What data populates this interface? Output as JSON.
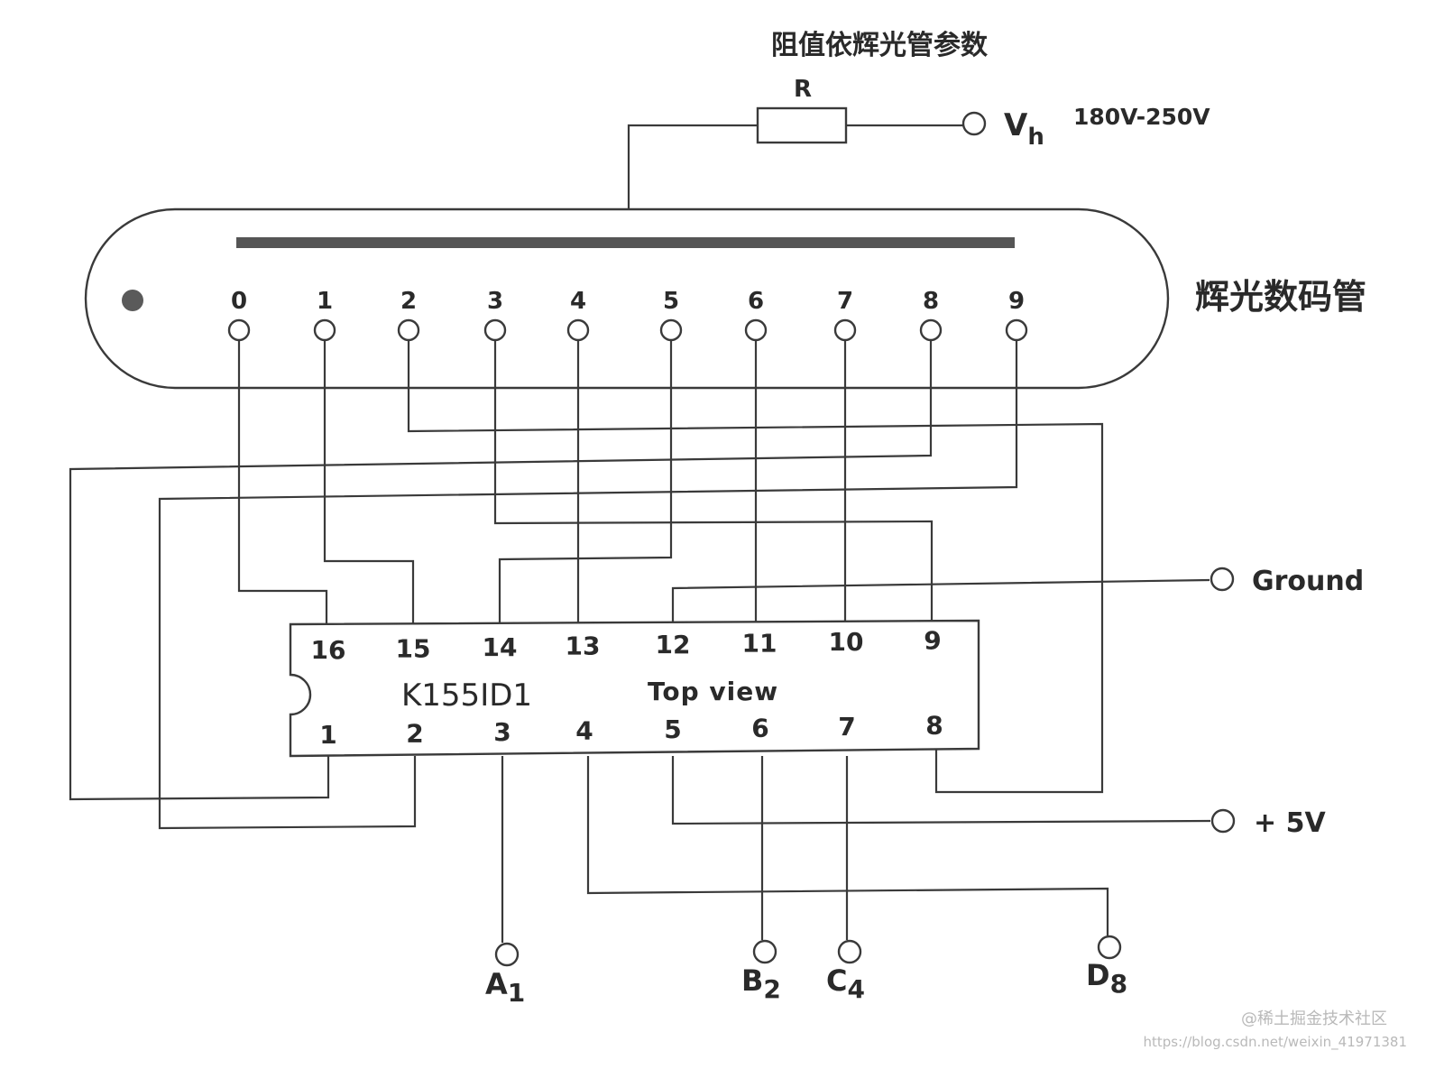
{
  "resistor": {
    "note": "阻值依辉光管参数",
    "label": "R"
  },
  "supply_high": {
    "symbol": "V",
    "subscript": "h",
    "range": "180V-250V"
  },
  "tube": {
    "title": "辉光数码管",
    "cathodes": [
      "0",
      "1",
      "2",
      "3",
      "4",
      "5",
      "6",
      "7",
      "8",
      "9"
    ]
  },
  "ic": {
    "name": "K155ID1",
    "view": "Top view",
    "top_pins": [
      "16",
      "15",
      "14",
      "13",
      "12",
      "11",
      "10",
      "9"
    ],
    "bottom_pins": [
      "1",
      "2",
      "3",
      "4",
      "5",
      "6",
      "7",
      "8"
    ]
  },
  "terminals": {
    "ground": "Ground",
    "vcc": "+ 5V",
    "inputs": [
      {
        "letter": "A",
        "sub": "1"
      },
      {
        "letter": "B",
        "sub": "2"
      },
      {
        "letter": "C",
        "sub": "4"
      },
      {
        "letter": "D",
        "sub": "8"
      }
    ]
  },
  "watermark": {
    "line1": "@稀土掘金技术社区",
    "line2": "https://blog.csdn.net/weixin_41971381"
  }
}
